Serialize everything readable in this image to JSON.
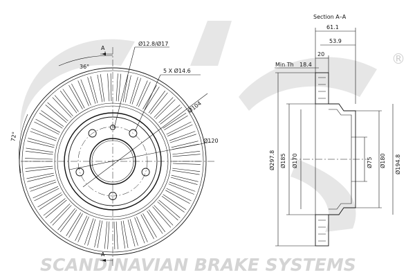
{
  "drawing": {
    "section_title": "Section  A–A",
    "section_marker": "A",
    "front_view": {
      "angle_spacing": "36°",
      "angle_vent": "72°",
      "stud_hole_label": "Ø12.8/Ø17",
      "bolt_holes_label": "5 X Ø14.6",
      "pcd_label": "Ø104",
      "hub_label": "Ø120",
      "vent_slot_count": 54,
      "bolt_hole_count": 5
    },
    "section_view": {
      "dim_overall_height": "61.1",
      "dim_hat_height": "53.9",
      "dim_thickness": "20",
      "min_thickness_label": "Min Th",
      "min_thickness_value": "18.4",
      "dia_outer": "Ø297.8",
      "dia_185": "Ø185",
      "dia_170": "Ø170",
      "dia_75": "Ø75",
      "dia_180": "Ø180",
      "dia_194": "Ø194.8"
    }
  },
  "watermark": {
    "logo_text": "sbs",
    "registered_mark": "®",
    "tagline": "SCANDINAVIAN BRAKE SYSTEMS"
  }
}
